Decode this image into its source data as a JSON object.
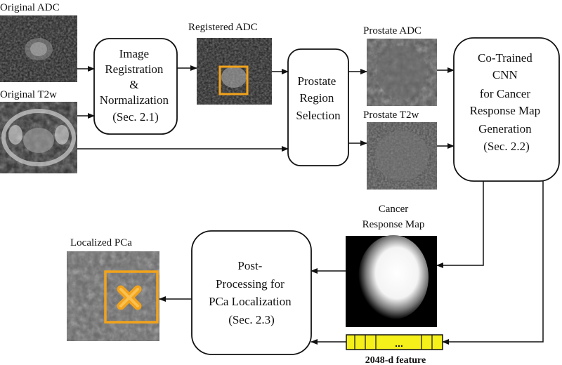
{
  "images": {
    "original_adc": "Original ADC",
    "original_t2w": "Original T2w",
    "registered_adc": "Registered ADC",
    "prostate_adc": "Prostate ADC",
    "prostate_t2w": "Prostate T2w",
    "cancer_map_line1": "Cancer",
    "cancer_map_line2": "Response Map",
    "localized": "Localized PCa",
    "feature": "2048-d feature",
    "feature_dots": "..."
  },
  "boxes": {
    "registration": [
      "Image",
      "Registration",
      "&",
      "Normalization",
      "(Sec. 2.1)"
    ],
    "selection": [
      "Prostate",
      "Region",
      "Selection"
    ],
    "cnn": [
      "Co-Trained",
      "CNN",
      "for Cancer",
      "Response Map",
      "Generation",
      "(Sec. 2.2)"
    ],
    "post": [
      "Post-",
      "Processing for",
      "PCa Localization",
      "(Sec. 2.3)"
    ]
  },
  "colors": {
    "highlight": "#f2a31b",
    "feature_fill": "#f5ef1a"
  }
}
